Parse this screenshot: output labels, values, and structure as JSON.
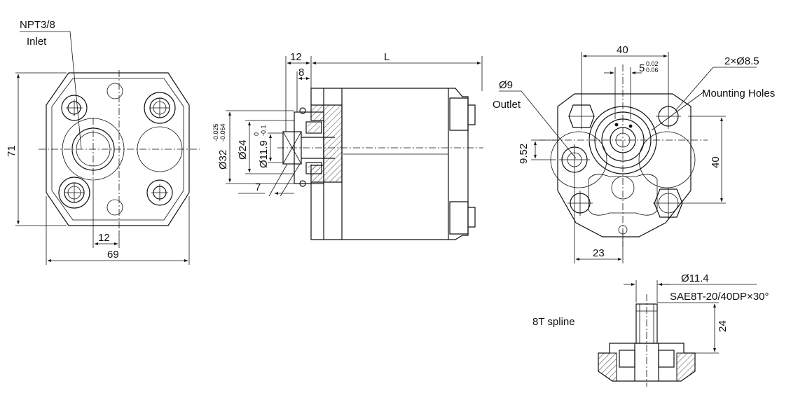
{
  "front_view": {
    "inlet_thread": "NPT3/8",
    "inlet_label": "Inlet",
    "height_dim": "71",
    "width_dim": "69",
    "offset_dim": "12"
  },
  "side_view": {
    "dim_flange": "12",
    "dim_pilot": "8",
    "dim_length": "L",
    "dim_pilot_dia": "Ø32",
    "dim_pilot_tol_upper": "-0.025",
    "dim_pilot_tol_lower": "-0.064",
    "dim_boss_dia": "Ø24",
    "dim_shaft_dia": "Ø11.9",
    "dim_shaft_tol_upper": "0",
    "dim_shaft_tol_lower": "-0.1",
    "dim_shaft_len": "7"
  },
  "rear_view": {
    "outlet_dia": "Ø9",
    "outlet_label": "Outlet",
    "dim_40_top": "40",
    "dim_key": "5",
    "dim_key_tol_upper": "0.02",
    "dim_key_tol_lower": "0.06",
    "mounting_spec": "2×Ø8.5",
    "mounting_label": "Mounting Holes",
    "dim_952": "9.52",
    "dim_40_right": "40",
    "dim_23": "23"
  },
  "spline_view": {
    "label": "8T spline",
    "dim_dia": "Ø11.4",
    "spec": "SAE8T-20/40DP×30°",
    "dim_24": "24"
  }
}
